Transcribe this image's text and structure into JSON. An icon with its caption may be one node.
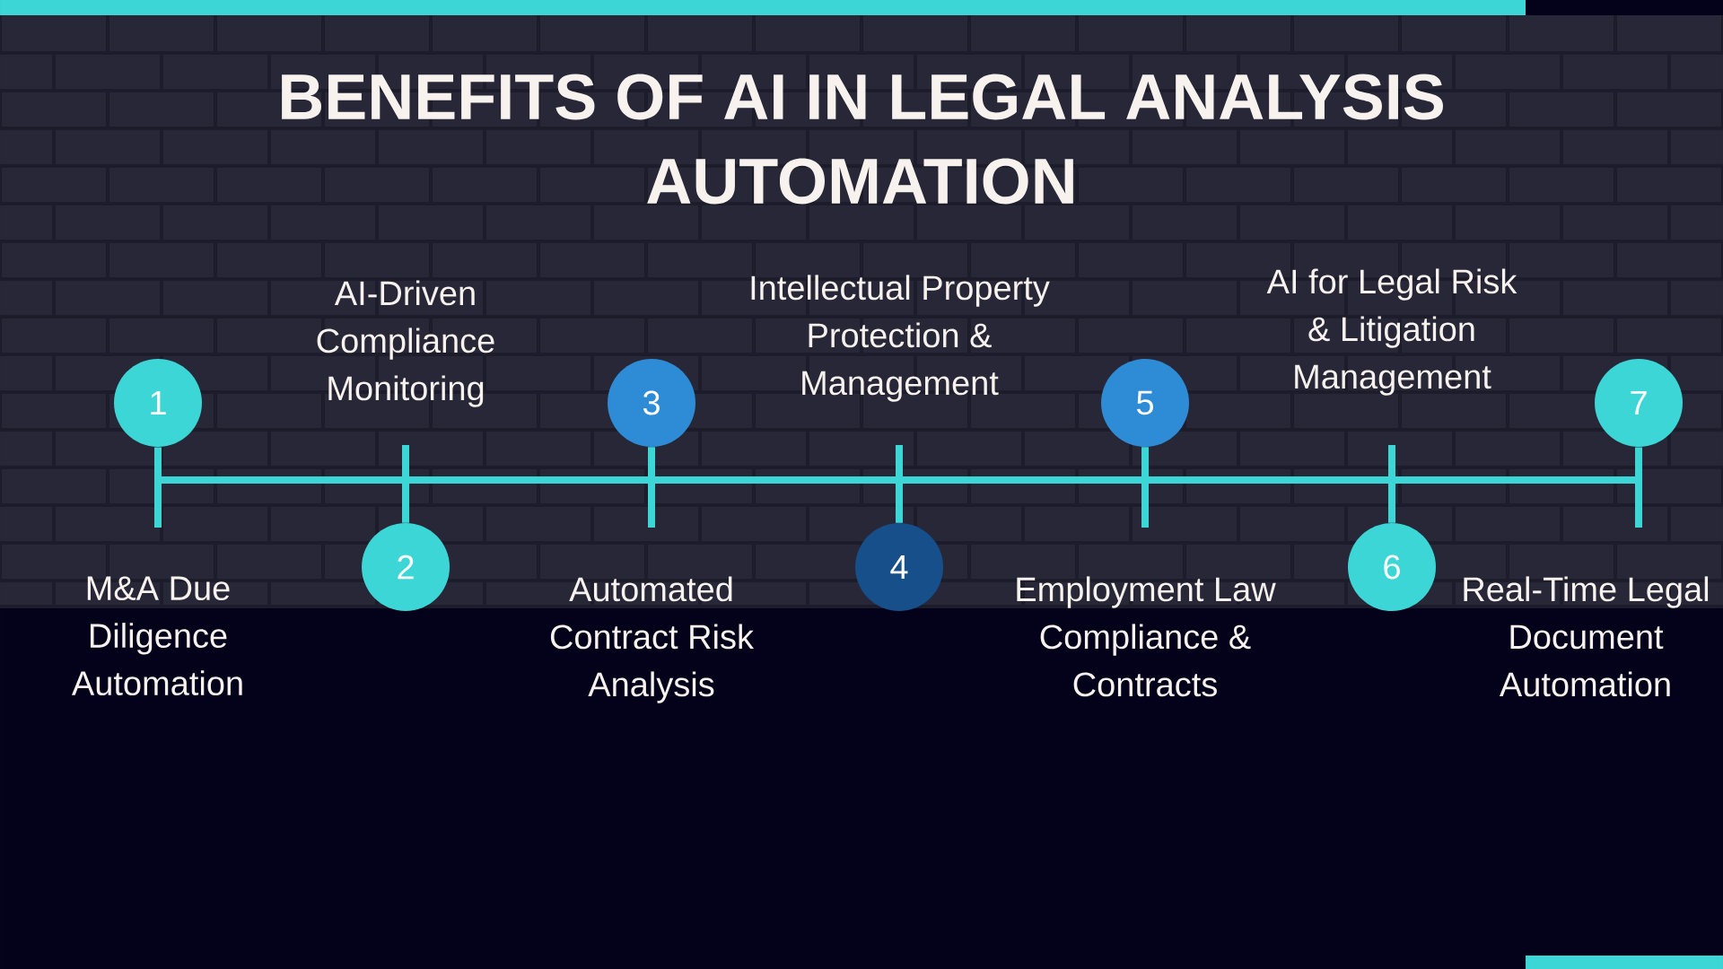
{
  "diagram": {
    "title": "BENEFITS OF AI IN LEGAL ANALYSIS AUTOMATION",
    "nodes": [
      {
        "text": [
          "1"
        ]
      },
      {
        "text": [
          "2"
        ]
      },
      {
        "text": [
          "3"
        ]
      },
      {
        "text": [
          "4"
        ]
      },
      {
        "text": [
          "5"
        ]
      },
      {
        "text": [
          "6"
        ]
      },
      {
        "text": [
          "7"
        ]
      }
    ],
    "edges": [
      {
        "from": 0,
        "to": 1,
        "arrow": "none"
      },
      {
        "from": 1,
        "to": 2,
        "arrow": "none"
      },
      {
        "from": 2,
        "to": 3,
        "arrow": "none"
      },
      {
        "from": 3,
        "to": 4,
        "arrow": "none"
      },
      {
        "from": 4,
        "to": 5,
        "arrow": "none"
      },
      {
        "from": 5,
        "to": 6,
        "arrow": "none"
      }
    ],
    "labels": [
      "M&A Due Diligence Automation",
      "AI-Driven Compliance Monitoring",
      "Automated Contract Risk Analysis",
      "Intellectual Property Protection & Management",
      "Employment Law Compliance & Contracts",
      "AI for Legal Risk & Litigation Management",
      "Real-Time Legal Document Automation"
    ]
  }
}
